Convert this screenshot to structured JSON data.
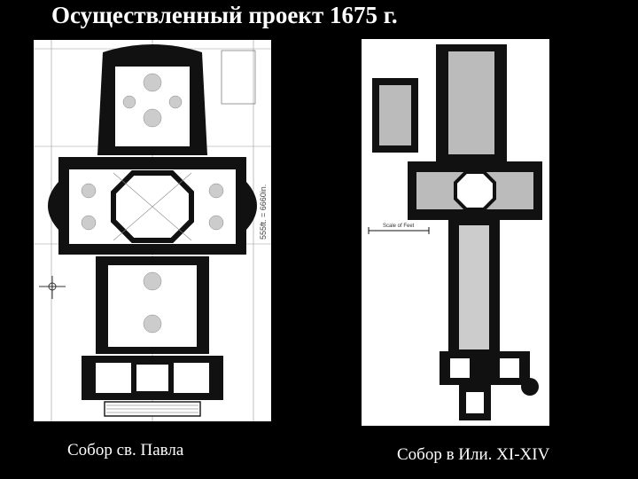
{
  "slide": {
    "title": "Осуществленный проект 1675 г.",
    "captions": {
      "left": "Собор св. Павла",
      "right": "Собор в Или. XI-XIV"
    }
  },
  "plan_left": {
    "scale_label": "555ft. = 6660in."
  },
  "plan_right": {
    "scale_label": "Scale of Feet"
  },
  "colors": {
    "background": "#000000",
    "text": "#ffffff",
    "panel": "#ffffff",
    "ink": "#111111"
  }
}
